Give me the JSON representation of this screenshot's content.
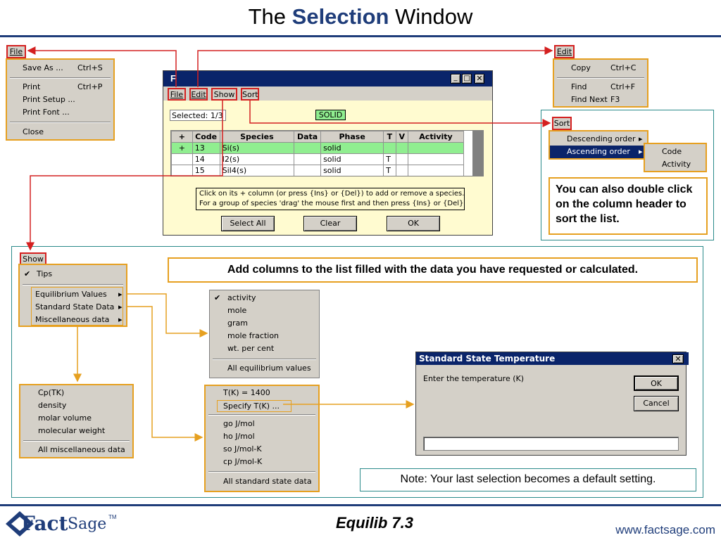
{
  "page": {
    "title_pre": "The ",
    "title_hl": "Selection",
    "title_post": " Window"
  },
  "colors": {
    "accent": "#1f3d7a",
    "orange": "#e6a020",
    "red": "#d42020",
    "teal": "#2a8a8a",
    "green_row": "#90ee90"
  },
  "file_tag": "File",
  "file_menu": {
    "save_as": "Save As ...",
    "save_as_sc": "Ctrl+S",
    "print": "Print",
    "print_sc": "Ctrl+P",
    "print_setup": "Print Setup ...",
    "print_font": "Print Font ...",
    "close": "Close"
  },
  "edit_tag": "Edit",
  "edit_menu": {
    "copy": "Copy",
    "copy_sc": "Ctrl+C",
    "find": "Find",
    "find_sc": "Ctrl+F",
    "find_next": "Find Next",
    "find_next_sc": "F3"
  },
  "window": {
    "title": "F",
    "menu_file": "File",
    "menu_edit": "Edit",
    "menu_show": "Show",
    "menu_sort": "Sort",
    "selected": "Selected: 1/3",
    "solid": "SOLID",
    "headers": [
      "+",
      "Code",
      "Species",
      "Data",
      "Phase",
      "T",
      "V",
      "Activity"
    ],
    "rows": [
      {
        "plus": "+",
        "code": "13",
        "species": "Si(s)",
        "data": "",
        "phase": "solid",
        "t": "",
        "v": "",
        "activity": ""
      },
      {
        "plus": "",
        "code": "14",
        "species": "I2(s)",
        "data": "",
        "phase": "solid",
        "t": "T",
        "v": "",
        "activity": ""
      },
      {
        "plus": "",
        "code": "15",
        "species": "SiI4(s)",
        "data": "",
        "phase": "solid",
        "t": "T",
        "v": "",
        "activity": ""
      }
    ],
    "hint1": "Click on its + column (or press {Ins} or {Del}) to add or remove a species.",
    "hint2": "For a group of species 'drag' the mouse first and then press {Ins} or {Del}.",
    "btn_select_all": "Select All",
    "btn_clear": "Clear",
    "btn_ok": "OK"
  },
  "sort_tag": "Sort",
  "sort_menu": {
    "descending": "Descending order",
    "ascending": "Ascending order",
    "code": "Code",
    "activity": "Activity"
  },
  "sort_note": "You can also double click on the column header to sort the list.",
  "show_tag": "Show",
  "show_menu": {
    "tips": "Tips",
    "equilibrium": "Equilibrium Values",
    "standard": "Standard State Data",
    "misc": "Miscellaneous data"
  },
  "banner": "Add columns to the list filled with the data you have requested or calculated.",
  "eq_menu": {
    "activity": "activity",
    "mole": "mole",
    "gram": "gram",
    "mole_fraction": "mole fraction",
    "wt": "wt. per cent",
    "all": "All equilibrium values"
  },
  "misc_menu": {
    "cp": "Cp(TK)",
    "density": "density",
    "molar_volume": "molar volume",
    "mw": "molecular weight",
    "all": "All miscellaneous data"
  },
  "std_menu": {
    "tk": "T(K) = 1400",
    "specify": "Specify T(K)  ...",
    "go": "go J/mol",
    "ho": "ho J/mol",
    "so": "so J/mol-K",
    "cp": "cp J/mol-K",
    "all": "All standard state data"
  },
  "dialog": {
    "title": "Standard State Temperature",
    "prompt": "Enter the temperature (K)",
    "ok": "OK",
    "cancel": "Cancel",
    "value": ""
  },
  "note": "Note:  Your last selection becomes a default setting.",
  "footer": {
    "brand_fact": "Fact",
    "brand_sage": "Sage",
    "tm": "TM",
    "center": "Equilib  7.3",
    "url": "www.factsage.com"
  }
}
